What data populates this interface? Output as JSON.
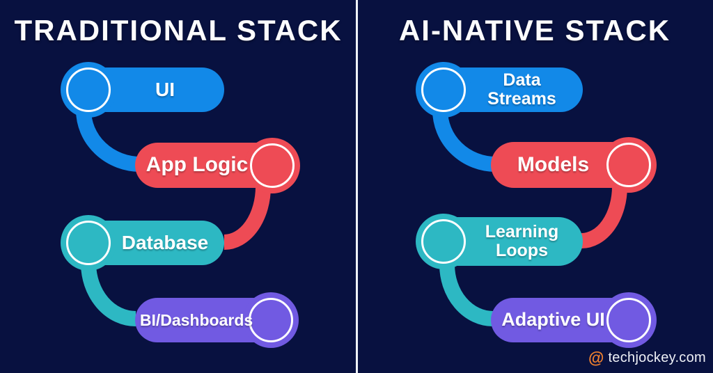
{
  "page": {
    "background_color": "#081140",
    "divider_color": "#f0f3fa",
    "palette": {
      "blue": "#1289e8",
      "red": "#ee4b55",
      "teal": "#2db8c3",
      "purple": "#715ae2",
      "text_white": "#fcfcfd"
    }
  },
  "columns": [
    {
      "title": "TRADITIONAL STACK",
      "pills": [
        {
          "label": "UI",
          "color": "#1289e8",
          "circle_side": "left"
        },
        {
          "label": "App Logic",
          "color": "#ee4b55",
          "circle_side": "right"
        },
        {
          "label": "Database",
          "color": "#2db8c3",
          "circle_side": "left"
        },
        {
          "label": "BI/Dashboards",
          "color": "#715ae2",
          "circle_side": "right"
        }
      ]
    },
    {
      "title": "AI-NATIVE STACK",
      "pills": [
        {
          "label": "Data Streams",
          "color": "#1289e8",
          "circle_side": "left"
        },
        {
          "label": "Models",
          "color": "#ee4b55",
          "circle_side": "right"
        },
        {
          "label": "Learning\nLoops",
          "color": "#2db8c3",
          "circle_side": "left"
        },
        {
          "label": "Adaptive UI",
          "color": "#715ae2",
          "circle_side": "right"
        }
      ]
    }
  ],
  "connectors": [
    {
      "from": "UI",
      "to": "App Logic",
      "color": "#1289e8"
    },
    {
      "from": "App Logic",
      "to": "Database",
      "color": "#ee4b55"
    },
    {
      "from": "Database",
      "to": "BI/Dashboards",
      "color": "#2db8c3"
    },
    {
      "from": "Data Streams",
      "to": "Models",
      "color": "#1289e8"
    },
    {
      "from": "Models",
      "to": "Learning Loops",
      "color": "#ee4b55"
    },
    {
      "from": "Learning Loops",
      "to": "Adaptive UI",
      "color": "#2db8c3"
    }
  ],
  "footer": {
    "logo_icon": "at-swirl-icon",
    "logo_glyph": "@",
    "logo_color": "#f0802e",
    "brand": "techjockey.com"
  }
}
